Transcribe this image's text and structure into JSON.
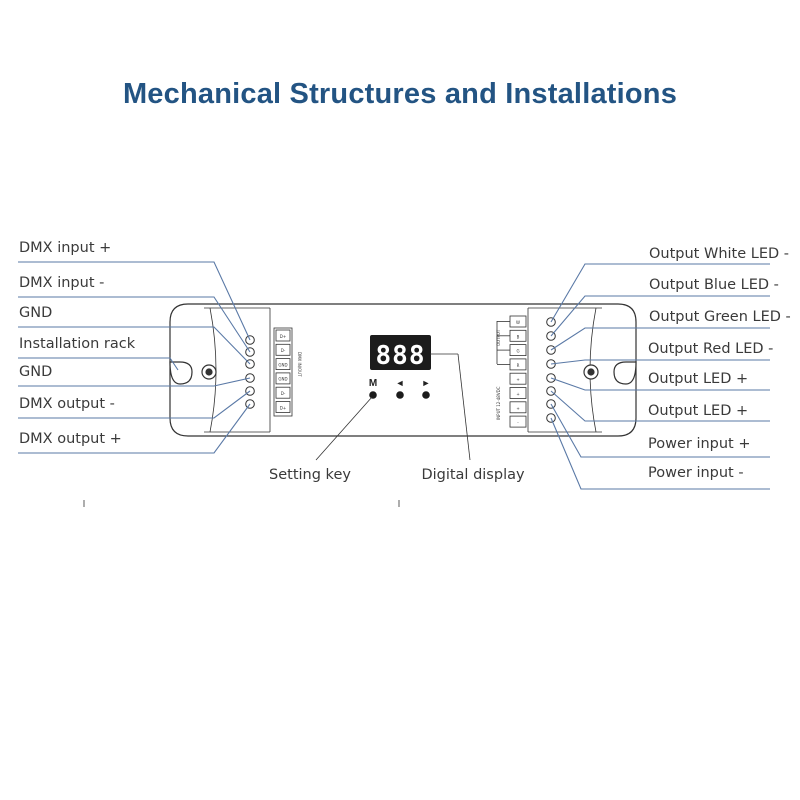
{
  "title": "Mechanical Structures and Installations",
  "left_labels": [
    "DMX input +",
    "DMX input -",
    "GND",
    "Installation rack",
    "GND",
    "DMX output -",
    "DMX output +"
  ],
  "right_labels": [
    "Output White LED -",
    "Output Blue LED -",
    "Output Green LED -",
    "Output Red LED -",
    "Output LED +",
    "Output LED +",
    "Power input +",
    "Power input -"
  ],
  "center_labels": {
    "setting_key": "Setting key",
    "digital_display": "Digital display"
  },
  "display": {
    "digits": "888"
  },
  "keys": [
    "M",
    "◄",
    "►"
  ],
  "left_terminals": [
    "D+",
    "D-",
    "GND",
    "GND",
    "D-",
    "D+"
  ],
  "left_block_label": "DMX IN/OUT",
  "right_terminals": [
    "W",
    "B",
    "G",
    "R",
    "+",
    "+",
    "+",
    "-"
  ],
  "right_block_labels": {
    "output": "OUTPUT",
    "input": "INPUT 12-48VDC"
  },
  "colors": {
    "title": "#235483",
    "leader": "#5a79a6",
    "label": "#3a3a3a"
  }
}
